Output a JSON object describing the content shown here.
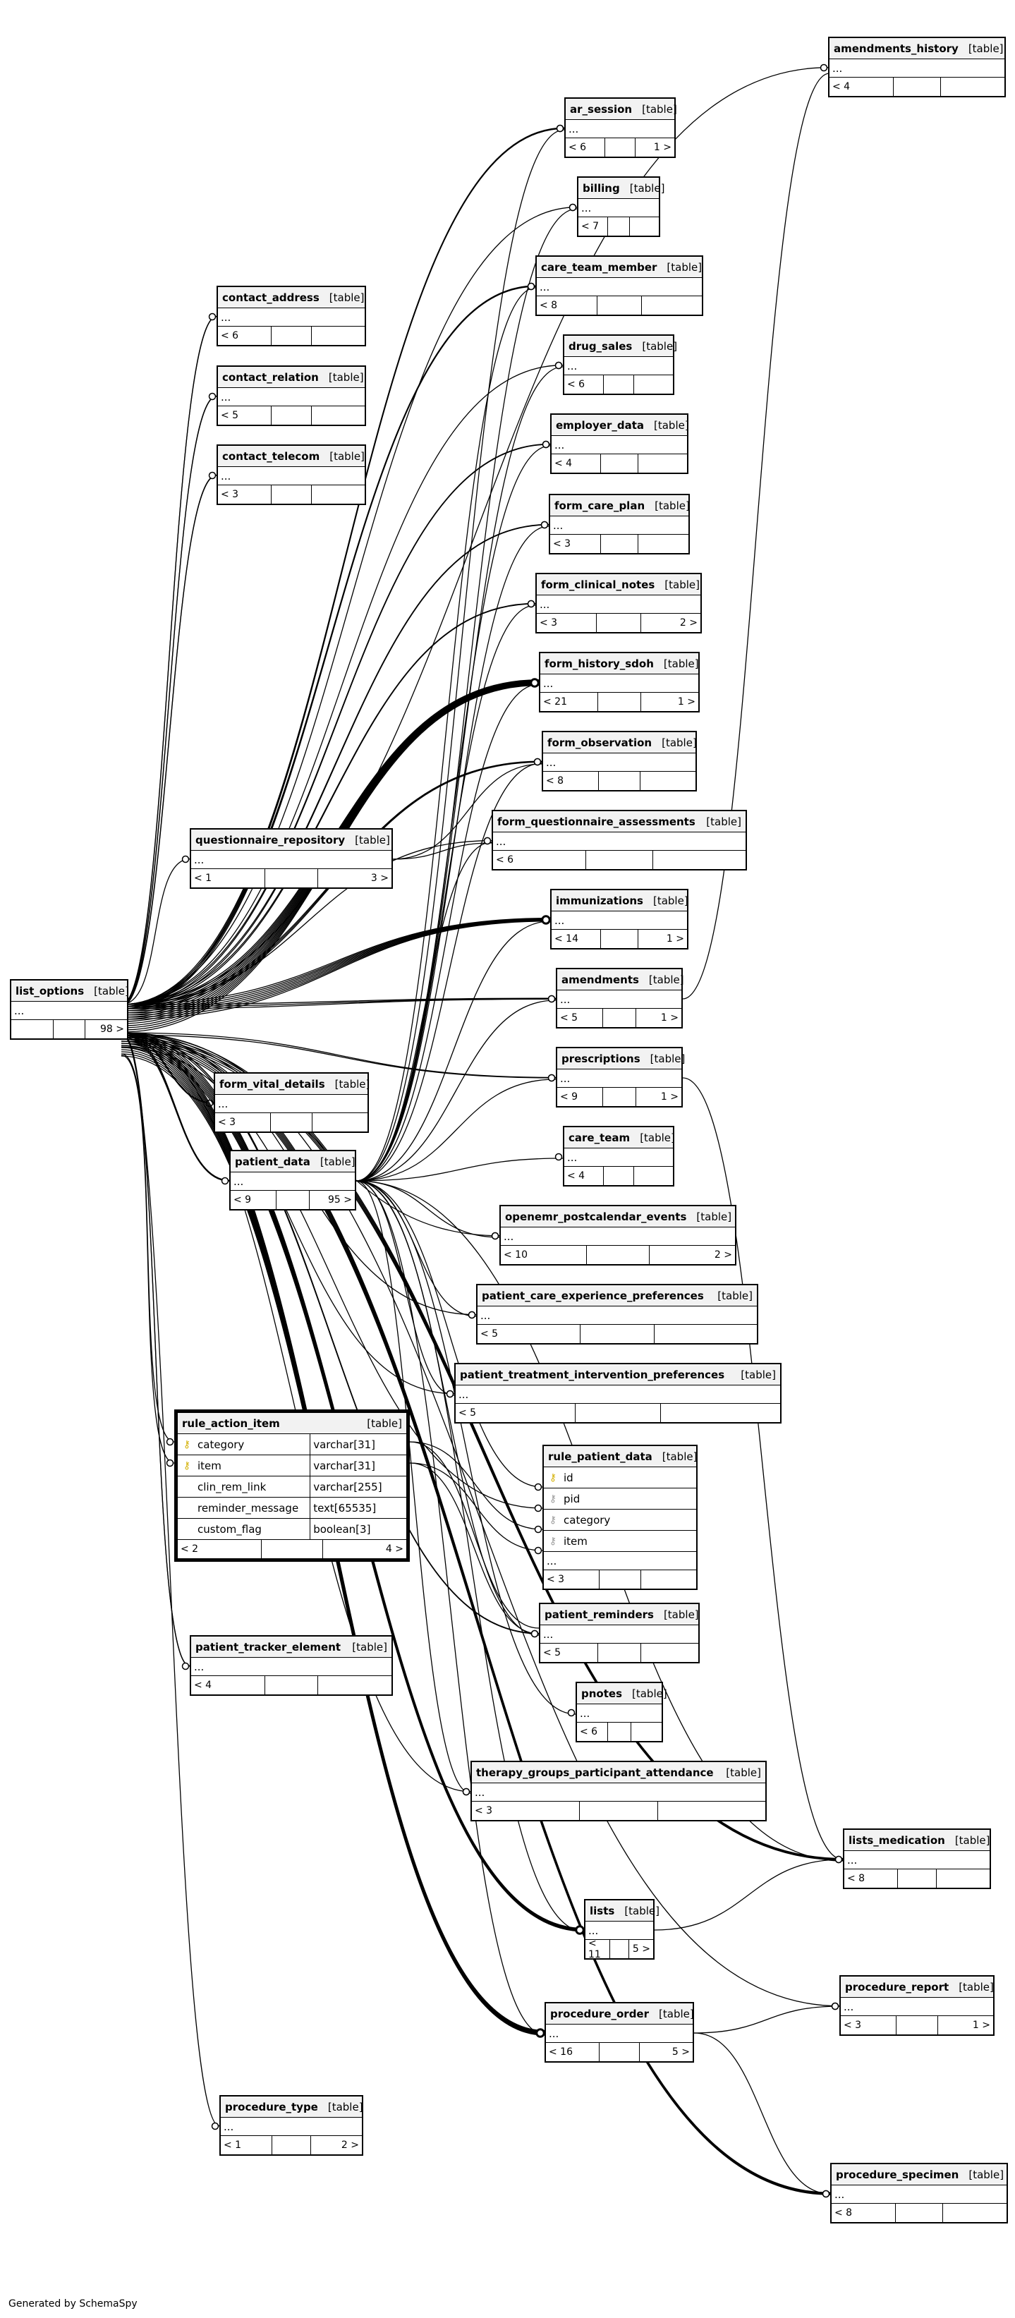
{
  "generated_by": "Generated by SchemaSpy",
  "tables": [
    {
      "id": "amendments_history",
      "name": "amendments_history",
      "type": "[table]",
      "foot": [
        "< 4",
        "",
        ""
      ]
    },
    {
      "id": "ar_session",
      "name": "ar_session",
      "type": "[table]",
      "foot": [
        "< 6",
        "",
        "1 >"
      ]
    },
    {
      "id": "billing",
      "name": "billing",
      "type": "[table]",
      "foot": [
        "< 7",
        "",
        ""
      ]
    },
    {
      "id": "care_team_member",
      "name": "care_team_member",
      "type": "[table]",
      "foot": [
        "< 8",
        "",
        ""
      ]
    },
    {
      "id": "contact_address",
      "name": "contact_address",
      "type": "[table]",
      "foot": [
        "< 6",
        "",
        ""
      ]
    },
    {
      "id": "drug_sales",
      "name": "drug_sales",
      "type": "[table]",
      "foot": [
        "< 6",
        "",
        ""
      ]
    },
    {
      "id": "contact_relation",
      "name": "contact_relation",
      "type": "[table]",
      "foot": [
        "< 5",
        "",
        ""
      ]
    },
    {
      "id": "employer_data",
      "name": "employer_data",
      "type": "[table]",
      "foot": [
        "< 4",
        "",
        ""
      ]
    },
    {
      "id": "contact_telecom",
      "name": "contact_telecom",
      "type": "[table]",
      "foot": [
        "< 3",
        "",
        ""
      ]
    },
    {
      "id": "form_care_plan",
      "name": "form_care_plan",
      "type": "[table]",
      "foot": [
        "< 3",
        "",
        ""
      ]
    },
    {
      "id": "form_clinical_notes",
      "name": "form_clinical_notes",
      "type": "[table]",
      "foot": [
        "< 3",
        "",
        "2 >"
      ]
    },
    {
      "id": "form_history_sdoh",
      "name": "form_history_sdoh",
      "type": "[table]",
      "foot": [
        "< 21",
        "",
        "1 >"
      ]
    },
    {
      "id": "form_observation",
      "name": "form_observation",
      "type": "[table]",
      "foot": [
        "< 8",
        "",
        ""
      ]
    },
    {
      "id": "form_questionnaire_assessments",
      "name": "form_questionnaire_assessments",
      "type": "[table]",
      "foot": [
        "< 6",
        "",
        ""
      ]
    },
    {
      "id": "questionnaire_repository",
      "name": "questionnaire_repository",
      "type": "[table]",
      "foot": [
        "< 1",
        "",
        "3 >"
      ]
    },
    {
      "id": "immunizations",
      "name": "immunizations",
      "type": "[table]",
      "foot": [
        "< 14",
        "",
        "1 >"
      ]
    },
    {
      "id": "list_options",
      "name": "list_options",
      "type": "[table]",
      "foot": [
        "",
        "",
        "98 >"
      ]
    },
    {
      "id": "amendments",
      "name": "amendments",
      "type": "[table]",
      "foot": [
        "< 5",
        "",
        "1 >"
      ]
    },
    {
      "id": "prescriptions",
      "name": "prescriptions",
      "type": "[table]",
      "foot": [
        "< 9",
        "",
        "1 >"
      ]
    },
    {
      "id": "form_vital_details",
      "name": "form_vital_details",
      "type": "[table]",
      "foot": [
        "< 3",
        "",
        ""
      ]
    },
    {
      "id": "care_team",
      "name": "care_team",
      "type": "[table]",
      "foot": [
        "< 4",
        "",
        ""
      ]
    },
    {
      "id": "patient_data",
      "name": "patient_data",
      "type": "[table]",
      "foot": [
        "< 9",
        "",
        "95 >"
      ]
    },
    {
      "id": "openemr_postcalendar_events",
      "name": "openemr_postcalendar_events",
      "type": "[table]",
      "foot": [
        "< 10",
        "",
        "2 >"
      ]
    },
    {
      "id": "patient_care_experience_preferences",
      "name": "patient_care_experience_preferences",
      "type": "[table]",
      "foot": [
        "< 5",
        "",
        ""
      ]
    },
    {
      "id": "patient_treatment_intervention_preferences",
      "name": "patient_treatment_intervention_preferences",
      "type": "[table]",
      "foot": [
        "< 5",
        "",
        ""
      ]
    },
    {
      "id": "patient_reminders",
      "name": "patient_reminders",
      "type": "[table]",
      "foot": [
        "< 5",
        "",
        ""
      ]
    },
    {
      "id": "patient_tracker_element",
      "name": "patient_tracker_element",
      "type": "[table]",
      "foot": [
        "< 4",
        "",
        ""
      ]
    },
    {
      "id": "pnotes",
      "name": "pnotes",
      "type": "[table]",
      "foot": [
        "< 6",
        "",
        ""
      ]
    },
    {
      "id": "therapy_groups_participant_attendance",
      "name": "therapy_groups_participant_attendance",
      "type": "[table]",
      "foot": [
        "< 3",
        "",
        ""
      ]
    },
    {
      "id": "lists_medication",
      "name": "lists_medication",
      "type": "[table]",
      "foot": [
        "< 8",
        "",
        ""
      ]
    },
    {
      "id": "lists",
      "name": "lists",
      "type": "[table]",
      "foot": [
        "< 11",
        "",
        "5 >"
      ]
    },
    {
      "id": "procedure_report",
      "name": "procedure_report",
      "type": "[table]",
      "foot": [
        "< 3",
        "",
        "1 >"
      ]
    },
    {
      "id": "procedure_order",
      "name": "procedure_order",
      "type": "[table]",
      "foot": [
        "< 16",
        "",
        "5 >"
      ]
    },
    {
      "id": "procedure_type",
      "name": "procedure_type",
      "type": "[table]",
      "foot": [
        "< 1",
        "",
        "2 >"
      ]
    },
    {
      "id": "procedure_specimen",
      "name": "procedure_specimen",
      "type": "[table]",
      "foot": [
        "< 8",
        "",
        ""
      ]
    }
  ],
  "rule_action_item": {
    "name": "rule_action_item",
    "type": "[table]",
    "columns": [
      {
        "key": "pk",
        "name": "category",
        "type": "varchar[31]"
      },
      {
        "key": "pk",
        "name": "item",
        "type": "varchar[31]"
      },
      {
        "key": "",
        "name": "clin_rem_link",
        "type": "varchar[255]"
      },
      {
        "key": "",
        "name": "reminder_message",
        "type": "text[65535]"
      },
      {
        "key": "",
        "name": "custom_flag",
        "type": "boolean[3]"
      }
    ],
    "foot": [
      "< 2",
      "",
      "4 >"
    ]
  },
  "rule_patient_data": {
    "name": "rule_patient_data",
    "type": "[table]",
    "columns": [
      {
        "key": "pk",
        "name": "id"
      },
      {
        "key": "fk",
        "name": "pid"
      },
      {
        "key": "fk",
        "name": "category"
      },
      {
        "key": "fk",
        "name": "item"
      }
    ],
    "ellipsis": "...",
    "foot": [
      "< 3",
      "",
      ""
    ]
  },
  "ellipsis": "...",
  "key_glyphs": {
    "pk": "🔑",
    "fk": "🔑"
  }
}
